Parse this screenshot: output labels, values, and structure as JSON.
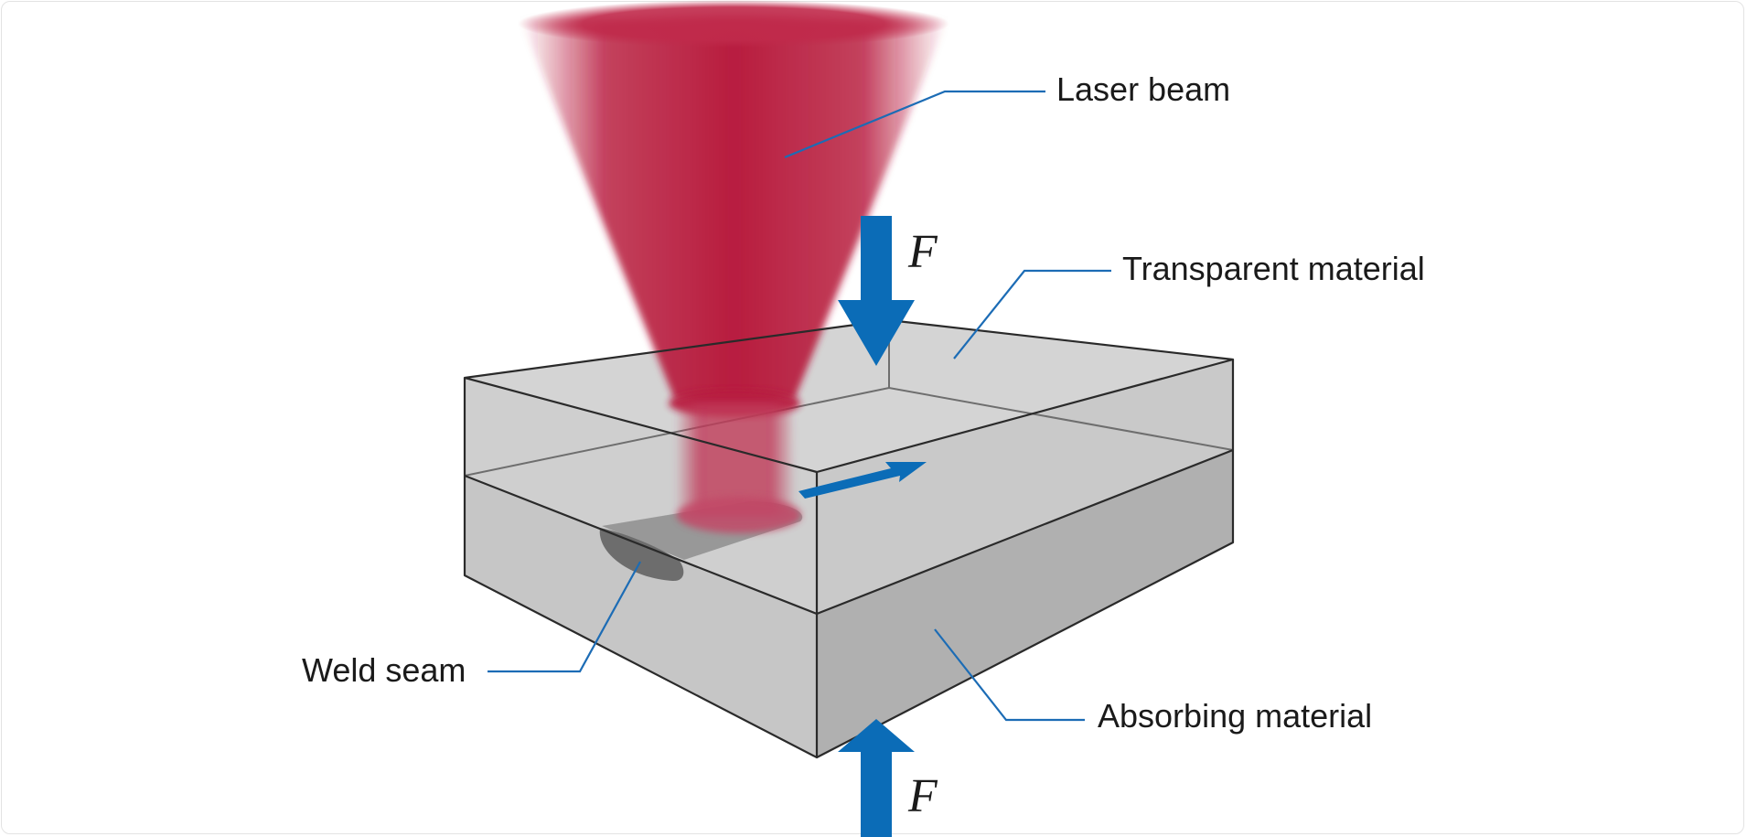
{
  "labels": {
    "laser_beam": "Laser beam",
    "transparent_material": "Transparent material",
    "weld_seam": "Weld seam",
    "absorbing_material": "Absorbing material"
  },
  "forces": {
    "top": "F",
    "bottom": "F"
  },
  "colors": {
    "laser": "#b81c3f",
    "arrow_blue": "#0b6cb7",
    "leader_blue": "#1c6cb5",
    "transparent_layer": "#cfcfcf",
    "absorbing_front": "#c6c6c6",
    "absorbing_side": "#b0b0b0",
    "weld": "#6d6d6d"
  }
}
